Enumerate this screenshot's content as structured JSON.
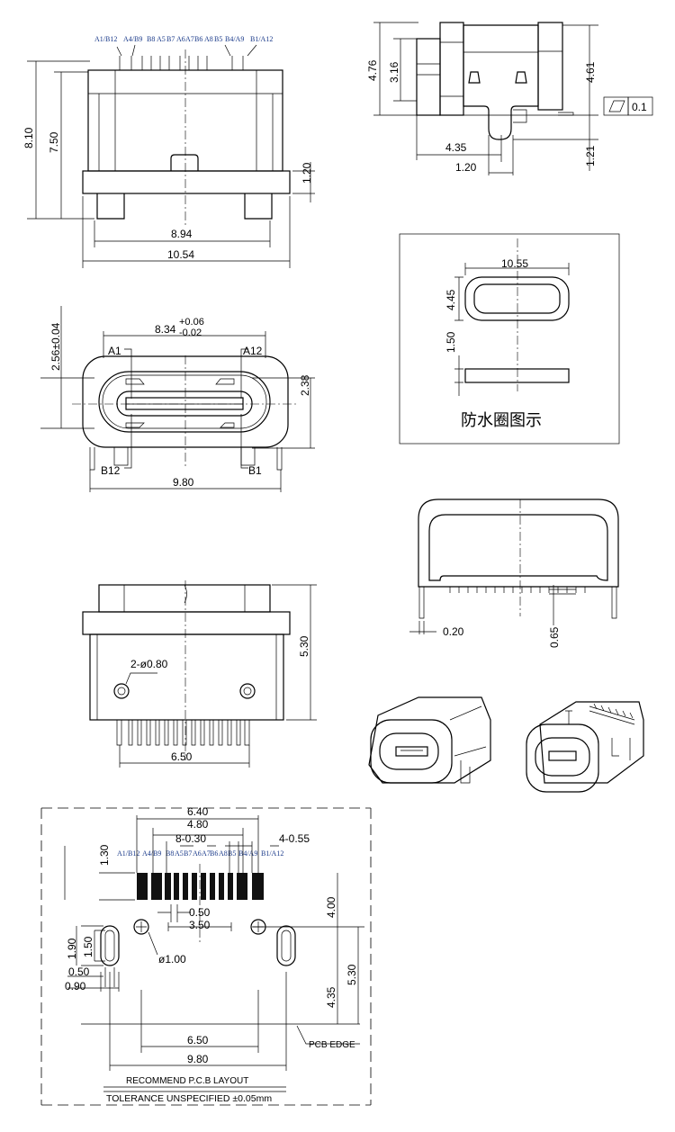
{
  "top_view": {
    "pin_labels": [
      "A1/B12",
      "A4/B9",
      "B8",
      "A5",
      "B7",
      "A6",
      "A7",
      "B6",
      "A8",
      "B5",
      "B4/A9",
      "B1/A12"
    ],
    "dim_height_total": "8.10",
    "dim_height_body": "7.50",
    "dim_base": "1.20",
    "dim_width_inner": "8.94",
    "dim_width_total": "10.54"
  },
  "side_view": {
    "dim_height_total": "4.76",
    "dim_height_plug": "3.16",
    "dim_height_body": "4.61",
    "dim_tab_depth": "1.21",
    "dim_tab_offset": "4.35",
    "dim_tab_width": "1.20",
    "flatness_value": "0.1"
  },
  "front_view": {
    "dim_height": "2.56±0.04",
    "dim_width_base": "8.34",
    "dim_tol_plus": "+0.06",
    "dim_tol_minus": "-0.02",
    "label_a1": "A1",
    "label_a12": "A12",
    "label_b12": "B12",
    "label_b1": "B1",
    "dim_height_2": "2.38",
    "dim_width": "9.80"
  },
  "seal_view": {
    "dim_width": "10.55",
    "dim_height": "4.45",
    "dim_thickness": "1.50",
    "caption": "防水圈图示"
  },
  "rear_view": {
    "dim_pin_width": "0.20",
    "dim_pin_height": "0.65"
  },
  "bottom_view": {
    "dim_holes": "2-ø0.80",
    "dim_height": "5.30",
    "dim_hole_spacing": "6.50"
  },
  "pcb_layout": {
    "pin_labels": [
      "A1/B12",
      "A4/B9",
      "B8",
      "A5",
      "B7",
      "A6",
      "A7",
      "B6",
      "A8",
      "B5",
      "B4/A9",
      "B1/A12"
    ],
    "dim_6_40": "6.40",
    "dim_4_80": "4.80",
    "dim_8_030": "8-0.30",
    "dim_4_055": "4-0.55",
    "dim_1_30": "1.30",
    "dim_0_50_pitch": "0.50",
    "dim_3_50": "3.50",
    "dim_4_00": "4.00",
    "dim_1_90": "1.90",
    "dim_1_50": "1.50",
    "dim_hole": "ø1.00",
    "dim_0_50_slot": "0.50",
    "dim_0_90": "0.90",
    "dim_4_35": "4.35",
    "dim_5_30": "5.30",
    "dim_6_50": "6.50",
    "dim_9_80": "9.80",
    "pcb_edge": "PCB EDGE",
    "title": "RECOMMEND P.C.B LAYOUT",
    "tolerance": "TOLERANCE UNSPECIFIED ±0.05mm"
  }
}
